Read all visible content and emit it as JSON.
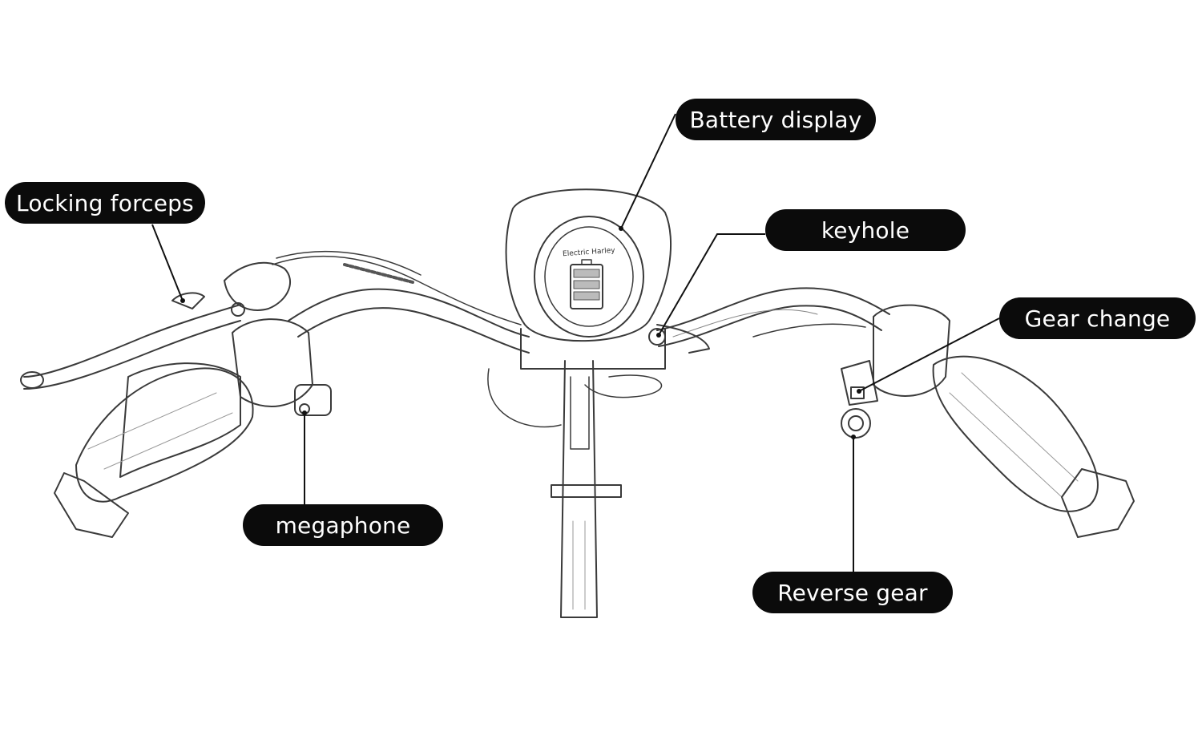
{
  "callouts": {
    "locking_forceps": "Locking forceps",
    "battery_display": "Battery display",
    "keyhole": "keyhole",
    "gear_change": "Gear change",
    "megaphone": "megaphone",
    "reverse_gear": "Reverse gear"
  },
  "display": {
    "brand": "Electric Harley"
  },
  "colors": {
    "callout_bg": "#0b0b0b",
    "callout_text": "#ffffff",
    "line_art": "#3a3a3a"
  }
}
